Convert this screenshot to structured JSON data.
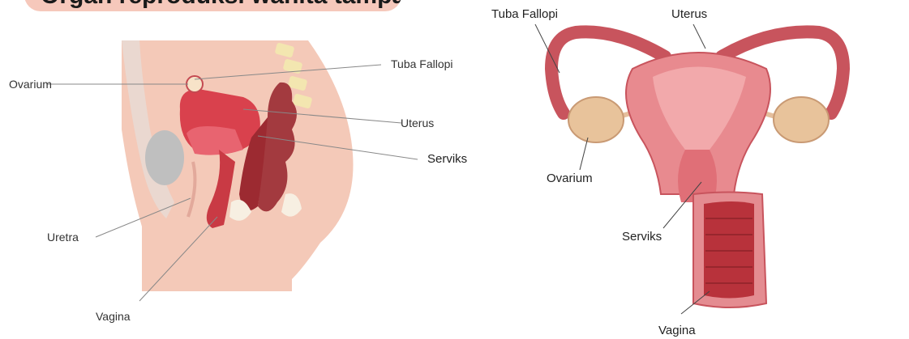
{
  "title": "Organ reproduksi wanita tampak samping",
  "side_view": {
    "labels": {
      "tuba_fallopi": "Tuba Fallopi",
      "ovarium": "Ovarium",
      "uterus": "Uterus",
      "serviks": "Serviks",
      "uretra": "Uretra",
      "vagina": "Vagina"
    }
  },
  "front_view": {
    "labels": {
      "tuba_fallopi": "Tuba Fallopi",
      "uterus": "Uterus",
      "ovarium": "Ovarium",
      "serviks": "Serviks",
      "vagina": "Vagina"
    }
  },
  "colors": {
    "banner": "#f6c8bb",
    "skin": "#f4c9b8",
    "muscle": "#d9414d",
    "dark_tissue": "#9c2a31",
    "ovary": "#e8c39b"
  }
}
